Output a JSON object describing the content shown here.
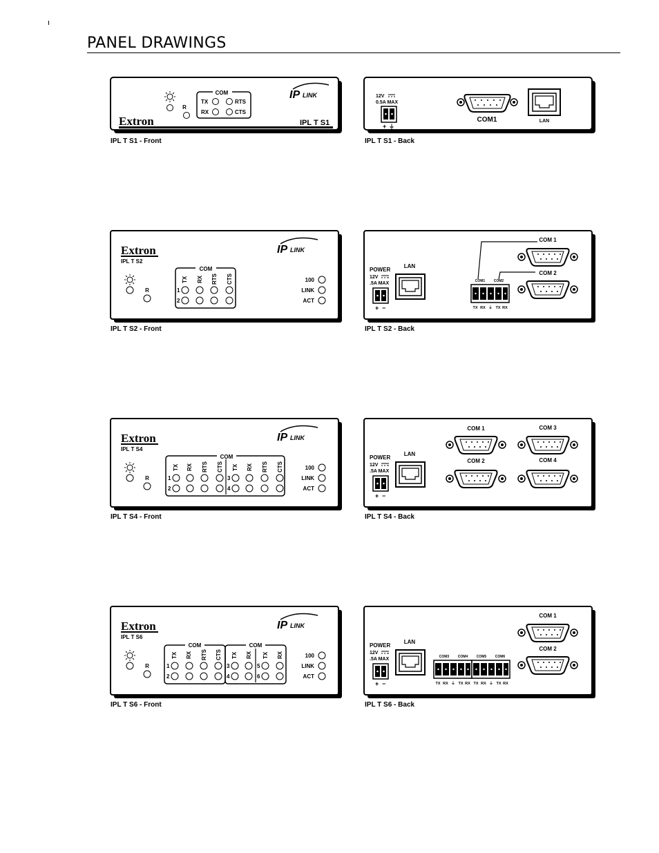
{
  "page": {
    "title": "PANEL DRAWINGS"
  },
  "panels": [
    {
      "caption": "IPL T S1 - Front",
      "brand": "Extron",
      "logo_ip": "IP",
      "logo_link": "LINK",
      "model": "IPL T S1",
      "com": "COM",
      "reset": "R",
      "leds": [
        "TX",
        "RX",
        "RTS",
        "CTS"
      ]
    },
    {
      "caption": "IPL T S1 - Back",
      "power": "12V",
      "power_rating": "0.5A MAX",
      "plus": "+",
      "ground": "⏚",
      "com1": "COM1",
      "lan": "LAN"
    },
    {
      "caption": "IPL T S2 - Front",
      "brand": "Extron",
      "logo_ip": "IP",
      "logo_link": "LINK",
      "model": "IPL T S2",
      "com": "COM",
      "reset": "R",
      "cols": [
        "TX",
        "RX",
        "RTS",
        "CTS"
      ],
      "rows": [
        "1",
        "2"
      ],
      "status": [
        "100",
        "LINK",
        "ACT"
      ]
    },
    {
      "caption": "IPL T S2 - Back",
      "power_label": "POWER",
      "power": "12V",
      "power_rating": ".5A MAX",
      "plus": "+",
      "minus": "−",
      "lan": "LAN",
      "com_top": "COM 1",
      "com_bottom": "COM 2",
      "term_a": "COM1",
      "term_b": "COM2",
      "pins": [
        "TX",
        "RX",
        "⏚",
        "TX",
        "RX"
      ]
    },
    {
      "caption": "IPL T S4 - Front",
      "brand": "Extron",
      "logo_ip": "IP",
      "logo_link": "LINK",
      "model": "IPL T S4",
      "com": "COM",
      "reset": "R",
      "cols_a": [
        "TX",
        "RX",
        "RTS",
        "CTS"
      ],
      "cols_b": [
        "TX",
        "RX",
        "RTS",
        "CTS"
      ],
      "rows_a": [
        "1",
        "2"
      ],
      "rows_b": [
        "3",
        "4"
      ],
      "status": [
        "100",
        "LINK",
        "ACT"
      ]
    },
    {
      "caption": "IPL T S4 - Back",
      "power_label": "POWER",
      "power": "12V",
      "power_rating": ".5A MAX",
      "plus": "+",
      "minus": "−",
      "lan": "LAN",
      "com1": "COM 1",
      "com2": "COM 2",
      "com3": "COM 3",
      "com4": "COM 4"
    },
    {
      "caption": "IPL T S6 - Front",
      "brand": "Extron",
      "logo_ip": "IP",
      "logo_link": "LINK",
      "model": "IPL T S6",
      "com_a": "COM",
      "com_b": "COM",
      "reset": "R",
      "cols_a": [
        "TX",
        "RX",
        "RTS",
        "CTS"
      ],
      "cols_b": [
        "TX",
        "RX",
        "TX",
        "RX"
      ],
      "rows_a": [
        "1",
        "2"
      ],
      "rows_b": [
        "3",
        "4"
      ],
      "rows_c": [
        "5",
        "6"
      ],
      "status": [
        "100",
        "LINK",
        "ACT"
      ]
    },
    {
      "caption": "IPL T S6 - Back",
      "power_label": "POWER",
      "power": "12V",
      "power_rating": ".5A MAX",
      "plus": "+",
      "minus": "−",
      "lan": "LAN",
      "com_top": "COM 1",
      "com_bottom": "COM 2",
      "terms": [
        "COM3",
        "COM4",
        "COM5",
        "COM6"
      ],
      "pins": [
        "TX",
        "RX",
        "⏚",
        "TX",
        "RX",
        "TX",
        "RX",
        "⏚",
        "TX",
        "RX"
      ]
    }
  ]
}
